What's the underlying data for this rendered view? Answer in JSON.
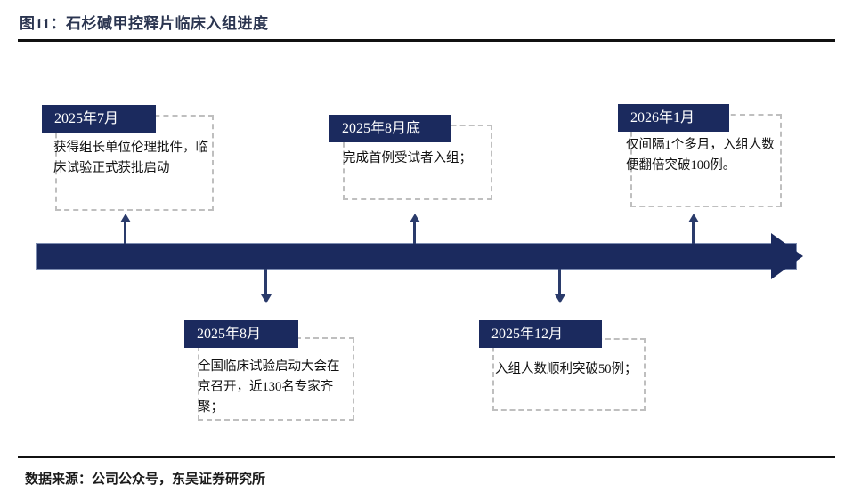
{
  "figure": {
    "title": "图11：石杉碱甲控释片临床入组进度",
    "source": "数据来源：公司公众号，东吴证券研究所"
  },
  "theme": {
    "navy": "#1b2a5e",
    "connector": "#2a3b6b",
    "dashed_border": "#bfbfbf",
    "rule": "#111111",
    "bar_border": "#7d8cb0"
  },
  "timeline": {
    "direction": "left-to-right",
    "arrowhead": "right-arrow"
  },
  "events": [
    {
      "id": "e1",
      "date": "2025年7月",
      "text": "获得组长单位伦理批件，临床试验正式获批启动",
      "position": "above"
    },
    {
      "id": "e2",
      "date": "2025年8月",
      "text": "全国临床试验启动大会在京召开，近130名专家齐聚；",
      "position": "below"
    },
    {
      "id": "e3",
      "date": "2025年8月底",
      "text": "完成首例受试者入组；",
      "position": "above"
    },
    {
      "id": "e4",
      "date": "2025年12月",
      "text": "入组人数顺利突破50例；",
      "position": "below"
    },
    {
      "id": "e5",
      "date": "2026年1月",
      "text": "仅间隔1个多月，入组人数便翻倍突破100例。",
      "position": "above"
    }
  ]
}
